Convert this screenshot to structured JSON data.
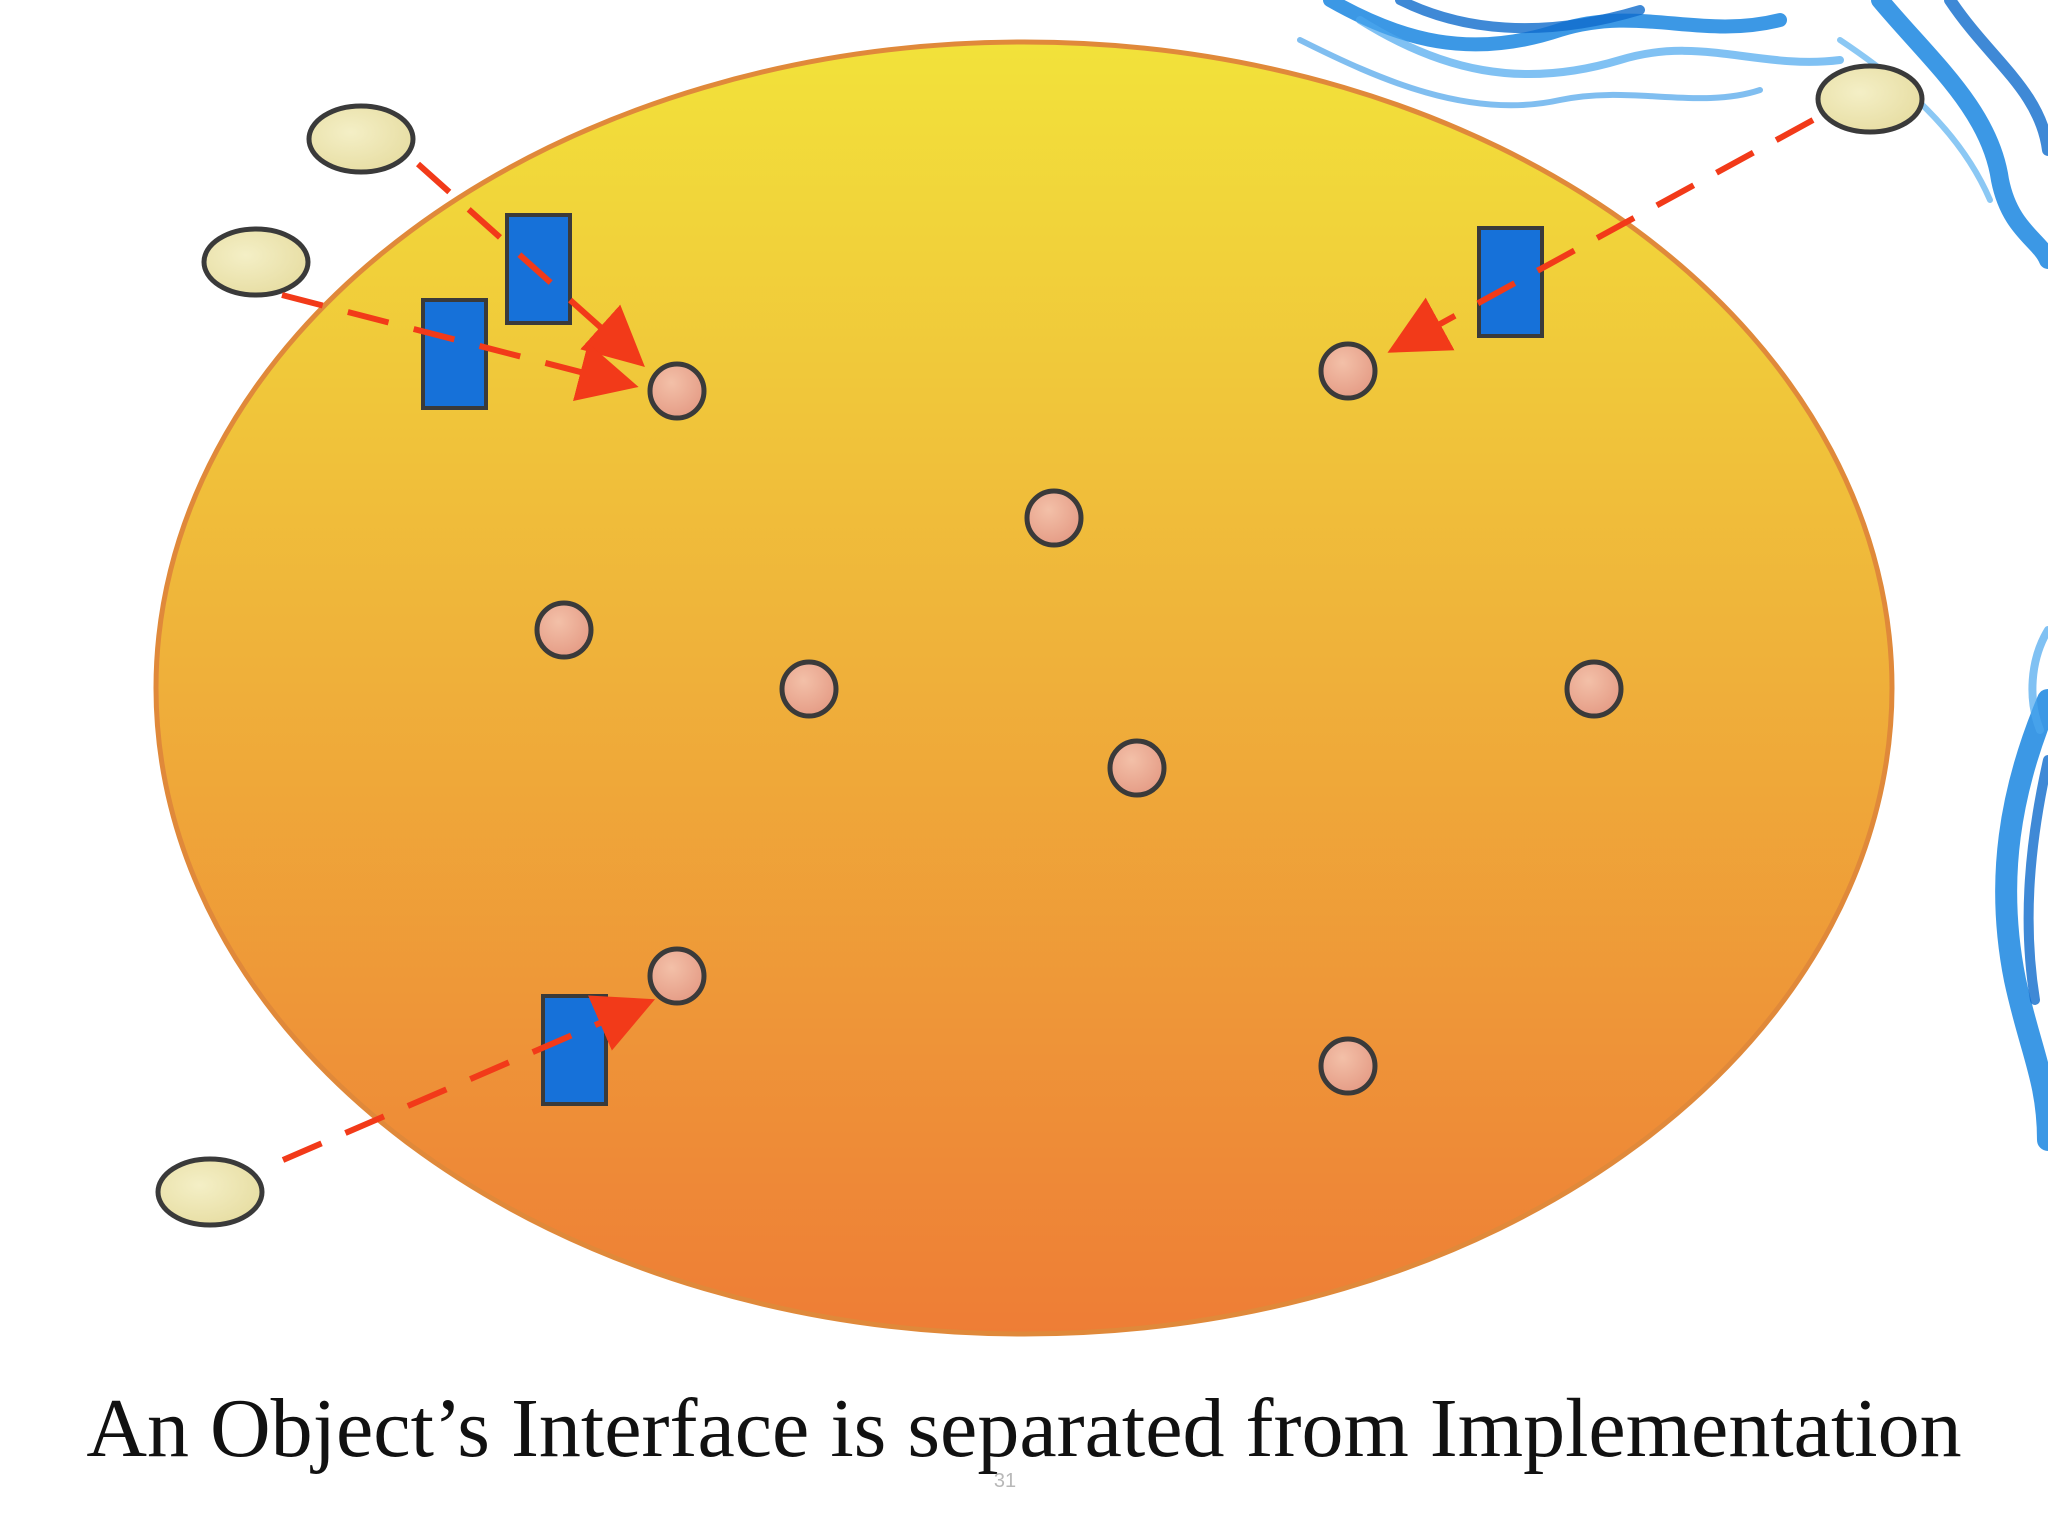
{
  "slide": {
    "caption": "An Object’s Interface is separated from Implementation",
    "page_number": "31"
  },
  "colors": {
    "system_fill_top": "#f2e23a",
    "system_fill_mid": "#efb43a",
    "system_fill_bottom": "#ee7d36",
    "system_border": "#e0893a",
    "object_fill": "#eba590",
    "client_fill": "#ece3b0",
    "interface_fill": "#1671d9",
    "message_arrow": "#f23a19",
    "outline": "#3a3a3a",
    "smoke": "#1a86e0"
  },
  "icons": {
    "implementation_object": "circle",
    "client_object": "ellipse",
    "interface": "rectangle",
    "message": "dashed-arrow"
  }
}
